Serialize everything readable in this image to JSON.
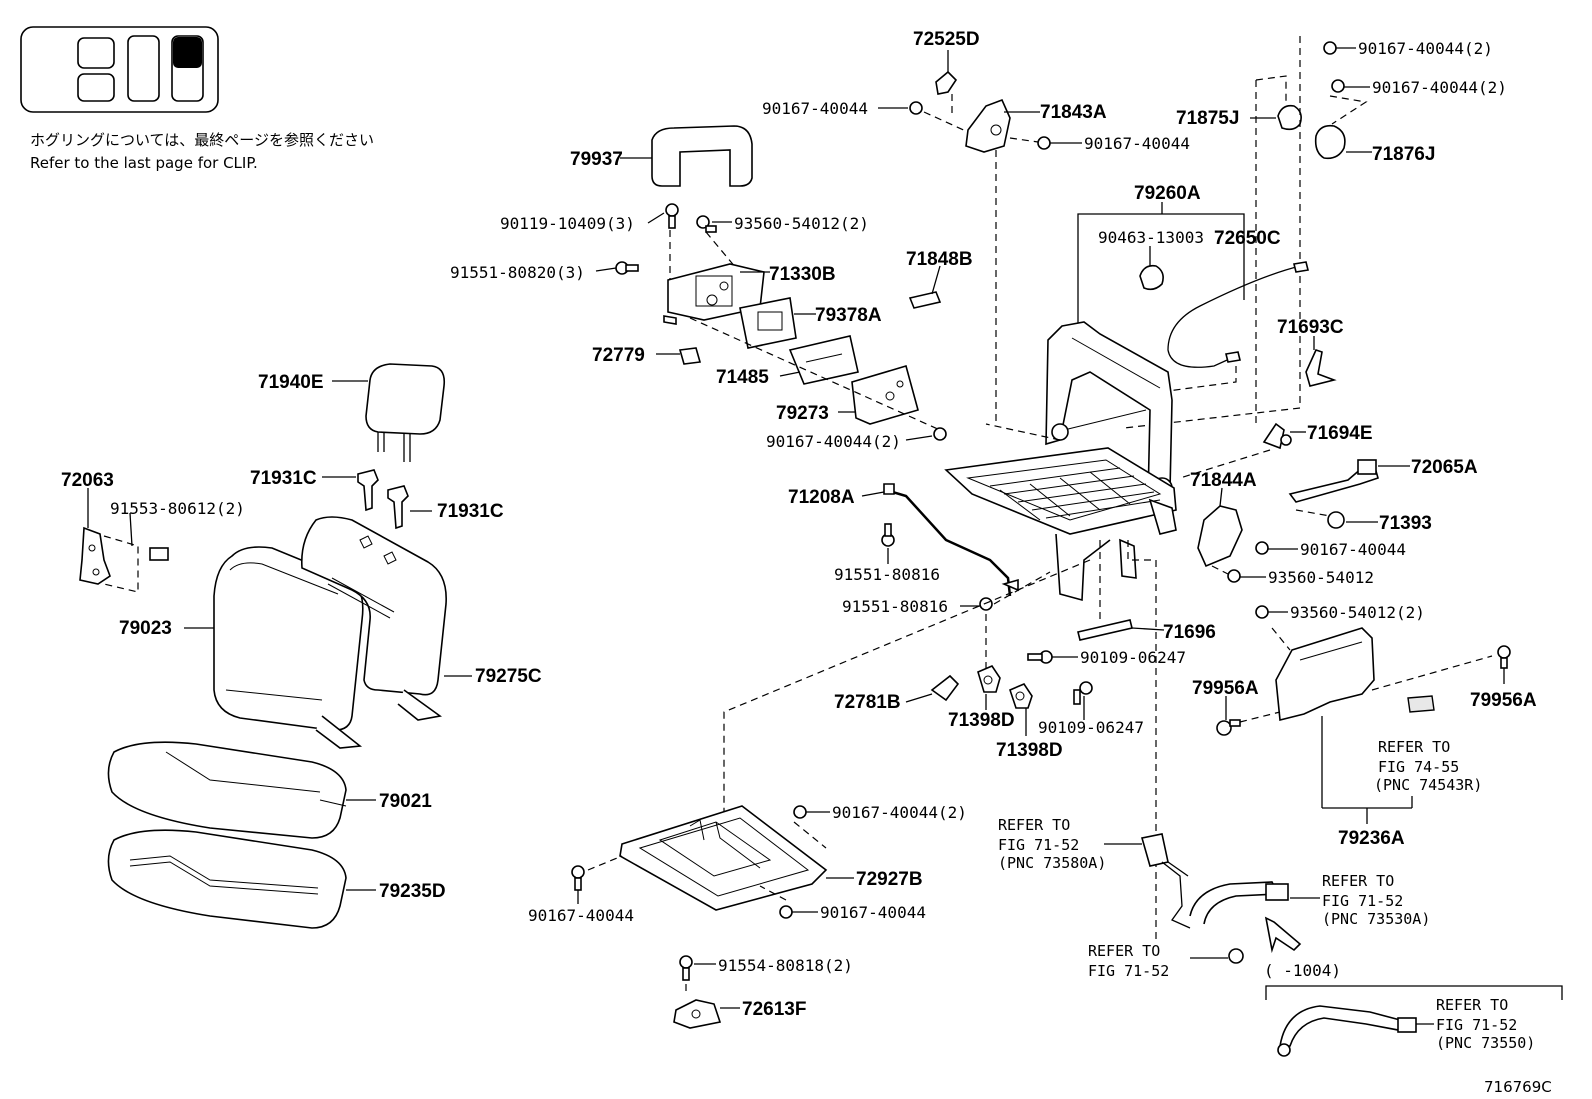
{
  "header": {
    "note_ja": "ホグリングについては、最終ページを参照ください",
    "note_en": "Refer to the last page for CLIP."
  },
  "figure_id": "716769C",
  "parts": {
    "p72525D": "72525D",
    "p71843A": "71843A",
    "p71875J": "71875J",
    "p71876J": "71876J",
    "p79937": "79937",
    "p79260A": "79260A",
    "p90463": "90463-13003",
    "p72650C": "72650C",
    "p71330B": "71330B",
    "p71848B": "71848B",
    "p79378A": "79378A",
    "p72779": "72779",
    "p71485": "71485",
    "p71693C": "71693C",
    "p79273": "79273",
    "p71694E": "71694E",
    "p71940E": "71940E",
    "p72065A": "72065A",
    "p71844A": "71844A",
    "p71393": "71393",
    "p71208A": "71208A",
    "p72063": "72063",
    "p71931C_a": "71931C",
    "p71931C_b": "71931C",
    "p79023": "79023",
    "p79275C": "79275C",
    "p71696": "71696",
    "p79956A_a": "79956A",
    "p79956A_b": "79956A",
    "p72781B": "72781B",
    "p71398D_a": "71398D",
    "p71398D_b": "71398D",
    "p79021": "79021",
    "p79236A": "79236A",
    "p72927B": "72927B",
    "p79235D": "79235D",
    "p72613F": "72613F"
  },
  "fasteners": {
    "f1": "90167-40044(2)",
    "f2": "90167-40044(2)",
    "f3": "90167-40044",
    "f4": "90167-40044",
    "f5": "90119-10409(3)",
    "f6": "93560-54012(2)",
    "f7": "91551-80820(3)",
    "f8": "90167-40044(2)",
    "f9": "91553-80612(2)",
    "f10": "90167-40044",
    "f11": "91551-80816",
    "f12": "93560-54012",
    "f13": "91551-80816",
    "f14": "93560-54012(2)",
    "f15": "90109-06247",
    "f16": "90109-06247",
    "f17": "90167-40044(2)",
    "f18": "90167-40044",
    "f19": "90167-40044",
    "f20": "91554-80818(2)"
  },
  "refs": {
    "r1": [
      "REFER TO",
      "FIG 74-55",
      "(PNC 74543R)"
    ],
    "r2": [
      "REFER TO",
      "FIG 71-52",
      "(PNC 73580A)"
    ],
    "r3": [
      "REFER TO",
      "FIG 71-52",
      "(PNC 73530A)"
    ],
    "r4": [
      "REFER TO",
      "FIG 71-52"
    ],
    "r5": [
      "REFER TO",
      "FIG 71-52",
      "(PNC 73550)"
    ]
  },
  "date_range": "(      -1004)"
}
